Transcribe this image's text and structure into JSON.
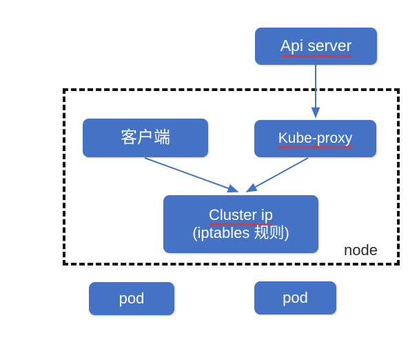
{
  "diagram": {
    "title_text": "",
    "accent_color": "#4472c4",
    "boundary_color": "#111111",
    "arrow_color": "#4472c4",
    "text_color": "#ffffff",
    "label_color": "#2b2b2b",
    "nodes": {
      "api_server": {
        "label": "Api server",
        "misspelled_part": "Api",
        "rest_part": " server"
      },
      "client": {
        "label": "客户端"
      },
      "kube_proxy": {
        "label": "Kube-proxy",
        "misspelled_part": "Kube",
        "rest_part": "-proxy"
      },
      "cluster_ip": {
        "line1_prefix": "Cluster ",
        "line1_misspelled": "ip",
        "line2": "(iptables 规则)"
      },
      "pod_left": {
        "label": "pod"
      },
      "pod_right": {
        "label": "pod"
      }
    },
    "boundary": {
      "label": "node"
    },
    "edges": [
      {
        "from": "api_server",
        "to": "kube_proxy",
        "style": "solid-arrow"
      },
      {
        "from": "client",
        "to": "cluster_ip",
        "style": "solid-arrow"
      },
      {
        "from": "kube_proxy",
        "to": "cluster_ip",
        "style": "solid-arrow"
      }
    ]
  }
}
